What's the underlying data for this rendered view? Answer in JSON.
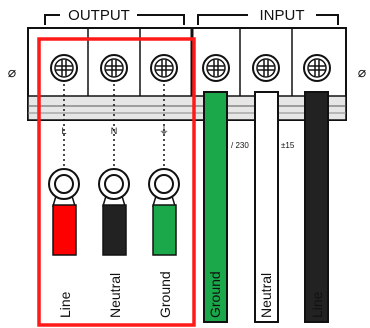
{
  "groups": {
    "output": "OUTPUT",
    "input": "INPUT"
  },
  "output_terminals": {
    "marks": [
      "L",
      "N",
      "⏚"
    ],
    "wires": [
      {
        "label": "Line",
        "color": "#ff0000"
      },
      {
        "label": "Neutral",
        "color": "#222222"
      },
      {
        "label": "Ground",
        "color": "#1aa84a"
      }
    ],
    "highlight_color": "#ff1a1a"
  },
  "input_cables": [
    {
      "label": "Ground",
      "color": "#1aa84a"
    },
    {
      "label": "Neutral",
      "color": "#ffffff"
    },
    {
      "label": "Line",
      "color": "#222222"
    }
  ],
  "voltage_text": {
    "left": "/ 230",
    "right": "±15"
  },
  "mount_hole_symbol": "⌀"
}
